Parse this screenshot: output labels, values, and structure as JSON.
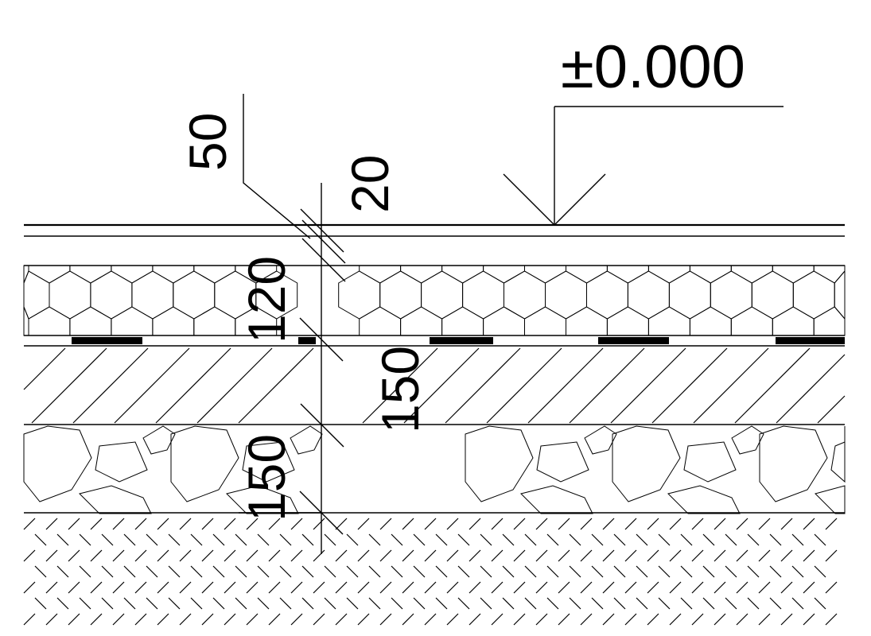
{
  "elevation": {
    "label": "±0.000"
  },
  "dimensions": [
    {
      "id": "dim-50",
      "label": "50"
    },
    {
      "id": "dim-20",
      "label": "20"
    },
    {
      "id": "dim-120",
      "label": "120"
    },
    {
      "id": "dim-150-concrete",
      "label": "150"
    },
    {
      "id": "dim-150-gravel",
      "label": "150"
    }
  ],
  "layers": [
    {
      "id": "finish-layer",
      "pattern": "plain"
    },
    {
      "id": "insulation-layer",
      "pattern": "hexagon"
    },
    {
      "id": "membrane",
      "pattern": "dashed-thick"
    },
    {
      "id": "concrete-layer",
      "pattern": "diagonal"
    },
    {
      "id": "gravel-layer",
      "pattern": "rubble"
    },
    {
      "id": "soil-layer",
      "pattern": "cross-hatch"
    }
  ],
  "colors": {
    "line": "#000000",
    "background": "#ffffff"
  }
}
